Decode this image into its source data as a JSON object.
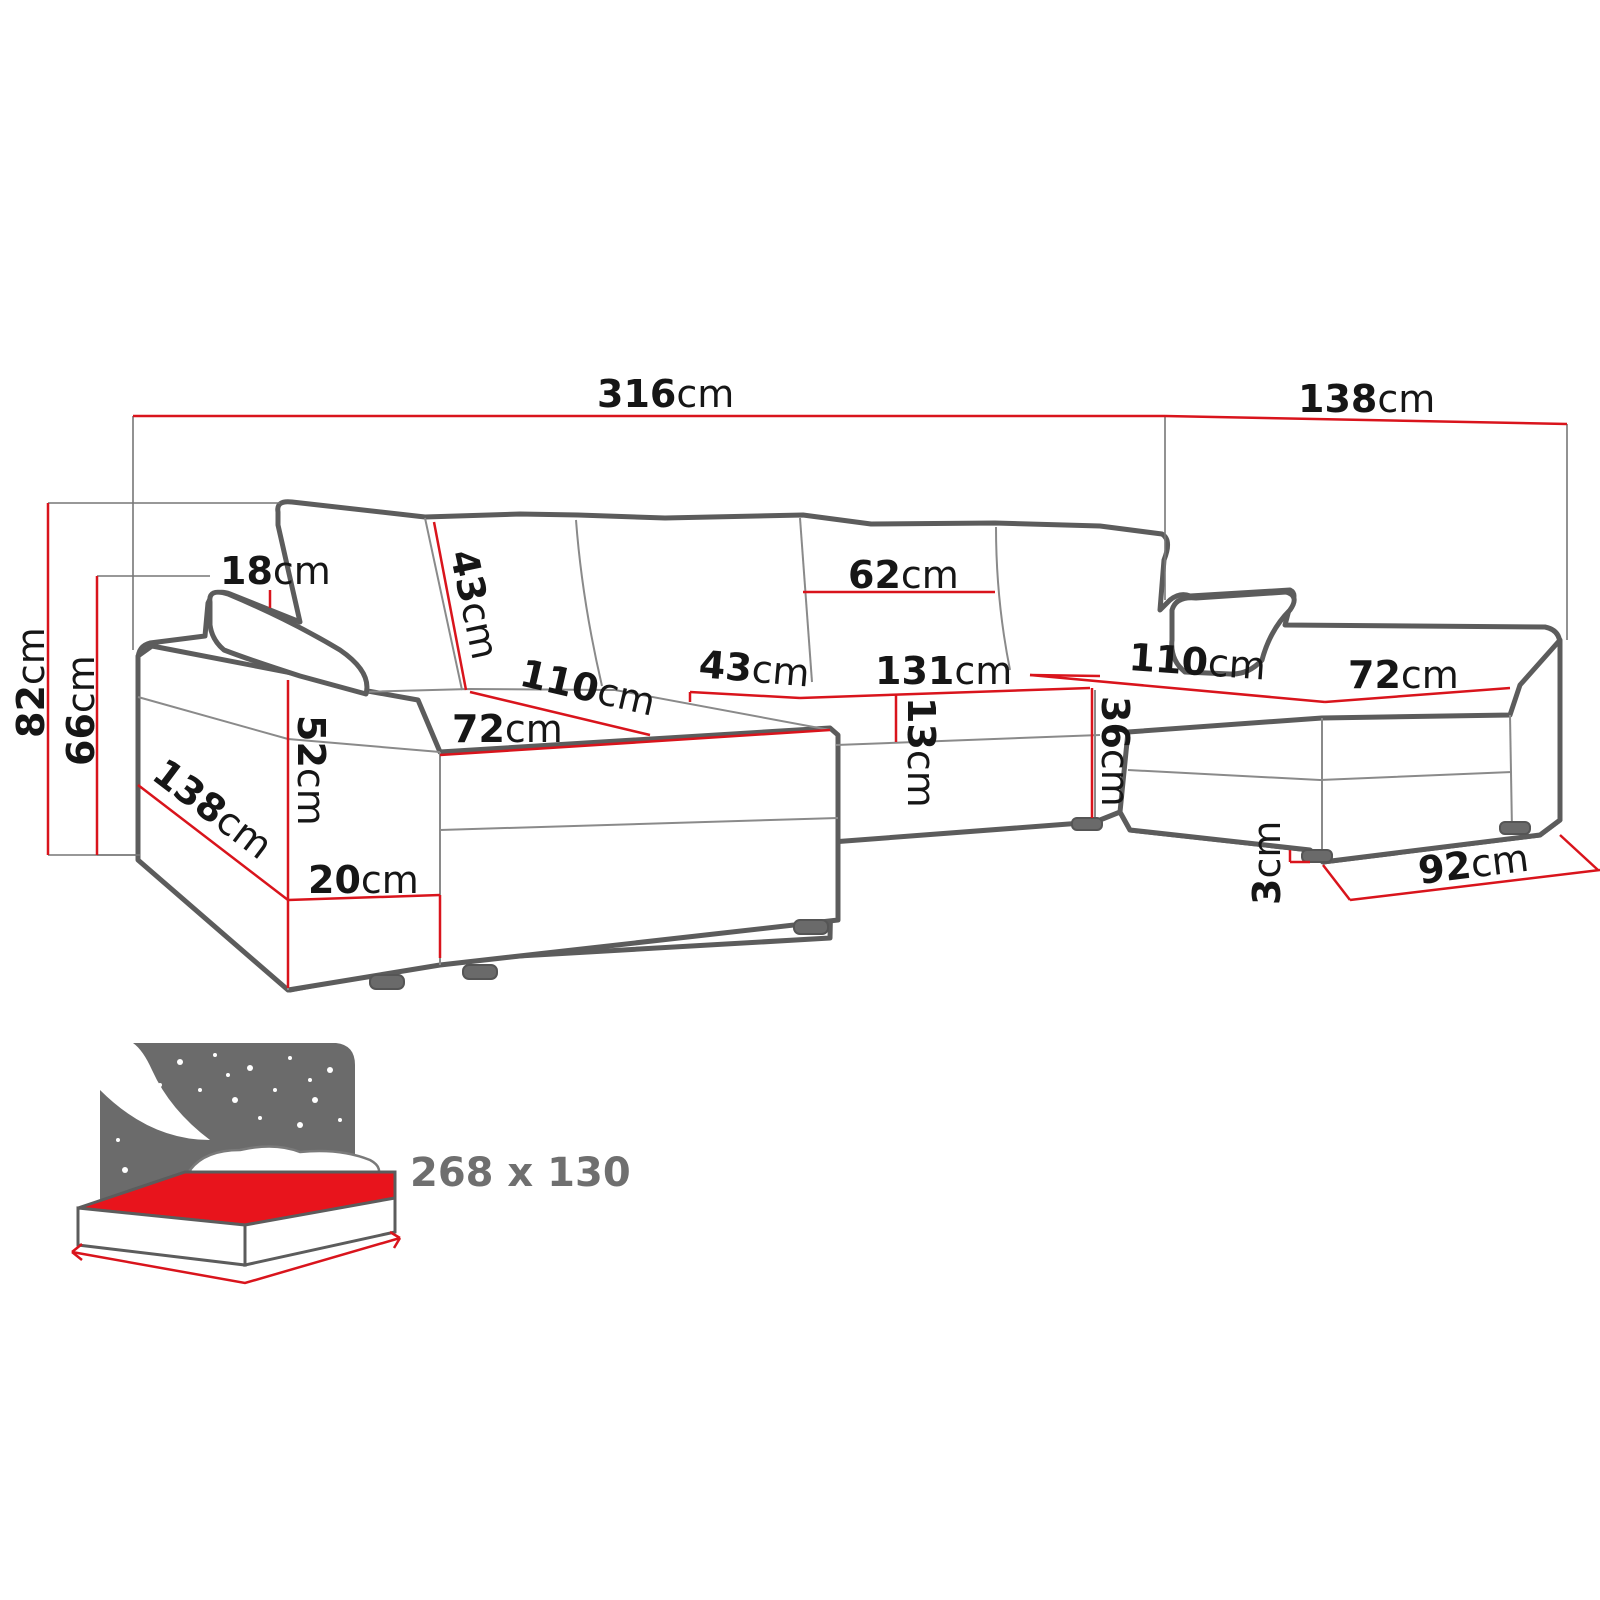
{
  "unit": "cm",
  "dimensions": {
    "total_width": "316",
    "right_depth": "138",
    "total_height": "82",
    "armrest_height": "66",
    "armrest_width": "18",
    "back_cushion_height": "43",
    "back_cushion_width": "62",
    "left_seat_depth": "110",
    "left_seat_width": "72",
    "left_side_depth": "138",
    "left_armrest_side": "52",
    "left_seat_thickness": "20",
    "backrest_depth": "43",
    "middle_seat_width": "131",
    "middle_seat_thickness": "13",
    "middle_seat_height": "36",
    "right_seat_depth": "110",
    "right_seat_width": "72",
    "leg_height": "3",
    "front_width": "92"
  },
  "sleeping_area": {
    "label": "268 x 130"
  },
  "colors": {
    "dimension_line": "#d9141c",
    "outline": "#5c5c5c",
    "bed_surface": "#e8141c",
    "night_sky": "#6b6b6b"
  }
}
